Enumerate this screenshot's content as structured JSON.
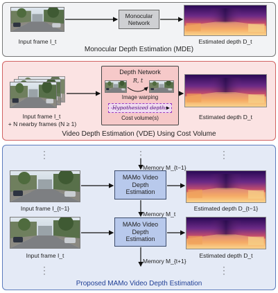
{
  "mde": {
    "input_label": "Input frame I_t",
    "network_label": "Monocular Network",
    "output_label": "Estimated depth D_t",
    "title": "Monocular Depth Estimation (MDE)"
  },
  "vde": {
    "input_label_line1": "Input frame I_t",
    "input_label_line2": "+ N nearby frames (N ≥ 1)",
    "depth_network_title": "Depth Network",
    "rt_label": "R, t",
    "warping_label": "Image warping",
    "hypothesized_label": "Hypothesized depths",
    "cost_volume_label": "Cost volume(s)",
    "output_label": "Estimated depth D_t",
    "title": "Video Depth Estimation (VDE) Using Cost Volume"
  },
  "mamo": {
    "memory_prev": "Memory M_{t−1}",
    "memory_cur": "Memory M_t",
    "memory_next": "Memory M_{t+1}",
    "block1_label": "MAMo Video Depth Estimation",
    "block2_label": "MAMo Video Depth Estimation",
    "input_prev": "Input frame I_{t−1}",
    "input_cur": "Input frame I_t",
    "output_prev": "Estimated depth D_{t−1}",
    "output_cur": "Estimated depth D_t",
    "title": "Proposed MAMo Video Depth Estimation"
  },
  "colors": {
    "mde_bg": "#f2f3f5",
    "vde_bg": "#fbe3e3",
    "vde_border": "#d06262",
    "mamo_bg": "#e4eaf6",
    "mamo_border": "#5b7bbd",
    "block_fill": "#b8c9ec",
    "title_blue": "#1f3e94"
  }
}
